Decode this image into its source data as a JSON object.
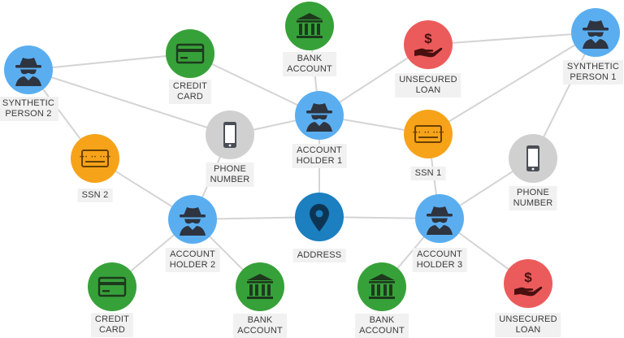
{
  "nodes": {
    "synthetic_person_2": {
      "label": [
        "SYNTHETIC",
        "PERSON 2"
      ],
      "icon": "spy-person-icon"
    },
    "credit_card_top": {
      "label": [
        "CREDIT",
        "CARD"
      ],
      "icon": "credit-card-icon"
    },
    "bank_account_top": {
      "label": [
        "BANK",
        "ACCOUNT"
      ],
      "icon": "bank-icon"
    },
    "unsecured_loan_top": {
      "label": [
        "UNSECURED",
        "LOAN"
      ],
      "icon": "loan-hand-icon"
    },
    "synthetic_person_1": {
      "label": [
        "SYNTHETIC",
        "PERSON 1"
      ],
      "icon": "spy-person-icon"
    },
    "phone_number_left": {
      "label": [
        "PHONE",
        "NUMBER"
      ],
      "icon": "phone-icon"
    },
    "account_holder_1": {
      "label": [
        "ACCOUNT",
        "HOLDER 1"
      ],
      "icon": "spy-person-icon"
    },
    "ssn_1": {
      "label": [
        "SSN 1"
      ],
      "icon": "ssn-card-icon"
    },
    "ssn_2": {
      "label": [
        "SSN 2"
      ],
      "icon": "ssn-card-icon"
    },
    "phone_number_right": {
      "label": [
        "PHONE",
        "NUMBER"
      ],
      "icon": "phone-icon"
    },
    "account_holder_2": {
      "label": [
        "ACCOUNT",
        "HOLDER 2"
      ],
      "icon": "spy-person-icon"
    },
    "address": {
      "label": [
        "ADDRESS"
      ],
      "icon": "map-pin-icon"
    },
    "account_holder_3": {
      "label": [
        "ACCOUNT",
        "HOLDER 3"
      ],
      "icon": "spy-person-icon"
    },
    "credit_card_bottom": {
      "label": [
        "CREDIT",
        "CARD"
      ],
      "icon": "credit-card-icon"
    },
    "bank_account_mid": {
      "label": [
        "BANK",
        "ACCOUNT"
      ],
      "icon": "bank-icon"
    },
    "bank_account_bottom": {
      "label": [
        "BANK",
        "ACCOUNT"
      ],
      "icon": "bank-icon"
    },
    "unsecured_loan_bottom": {
      "label": [
        "UNSECURED",
        "LOAN"
      ],
      "icon": "loan-hand-icon"
    }
  },
  "edges": [
    [
      "synthetic_person_2",
      "credit_card_top"
    ],
    [
      "synthetic_person_2",
      "phone_number_left"
    ],
    [
      "synthetic_person_2",
      "ssn_2"
    ],
    [
      "credit_card_top",
      "account_holder_1"
    ],
    [
      "bank_account_top",
      "account_holder_1"
    ],
    [
      "unsecured_loan_top",
      "account_holder_1"
    ],
    [
      "unsecured_loan_top",
      "synthetic_person_1"
    ],
    [
      "synthetic_person_1",
      "ssn_1"
    ],
    [
      "synthetic_person_1",
      "phone_number_right"
    ],
    [
      "phone_number_left",
      "account_holder_1"
    ],
    [
      "phone_number_left",
      "account_holder_2"
    ],
    [
      "account_holder_1",
      "ssn_1"
    ],
    [
      "account_holder_1",
      "address"
    ],
    [
      "ssn_2",
      "account_holder_2"
    ],
    [
      "ssn_1",
      "account_holder_3"
    ],
    [
      "phone_number_right",
      "account_holder_3"
    ],
    [
      "account_holder_2",
      "address"
    ],
    [
      "address",
      "account_holder_3"
    ],
    [
      "account_holder_2",
      "credit_card_bottom"
    ],
    [
      "account_holder_2",
      "bank_account_mid"
    ],
    [
      "account_holder_3",
      "bank_account_bottom"
    ],
    [
      "account_holder_3",
      "unsecured_loan_bottom"
    ]
  ],
  "colors": {
    "person": "#5aaef0",
    "card": "#37a139",
    "bank": "#37a139",
    "loan": "#ec5b5b",
    "ssn": "#f6a31a",
    "phone": "#d0d0d0",
    "address": "#1b7fc0",
    "edge": "#d4d4d4",
    "label_bg": "#f1f1f1"
  }
}
